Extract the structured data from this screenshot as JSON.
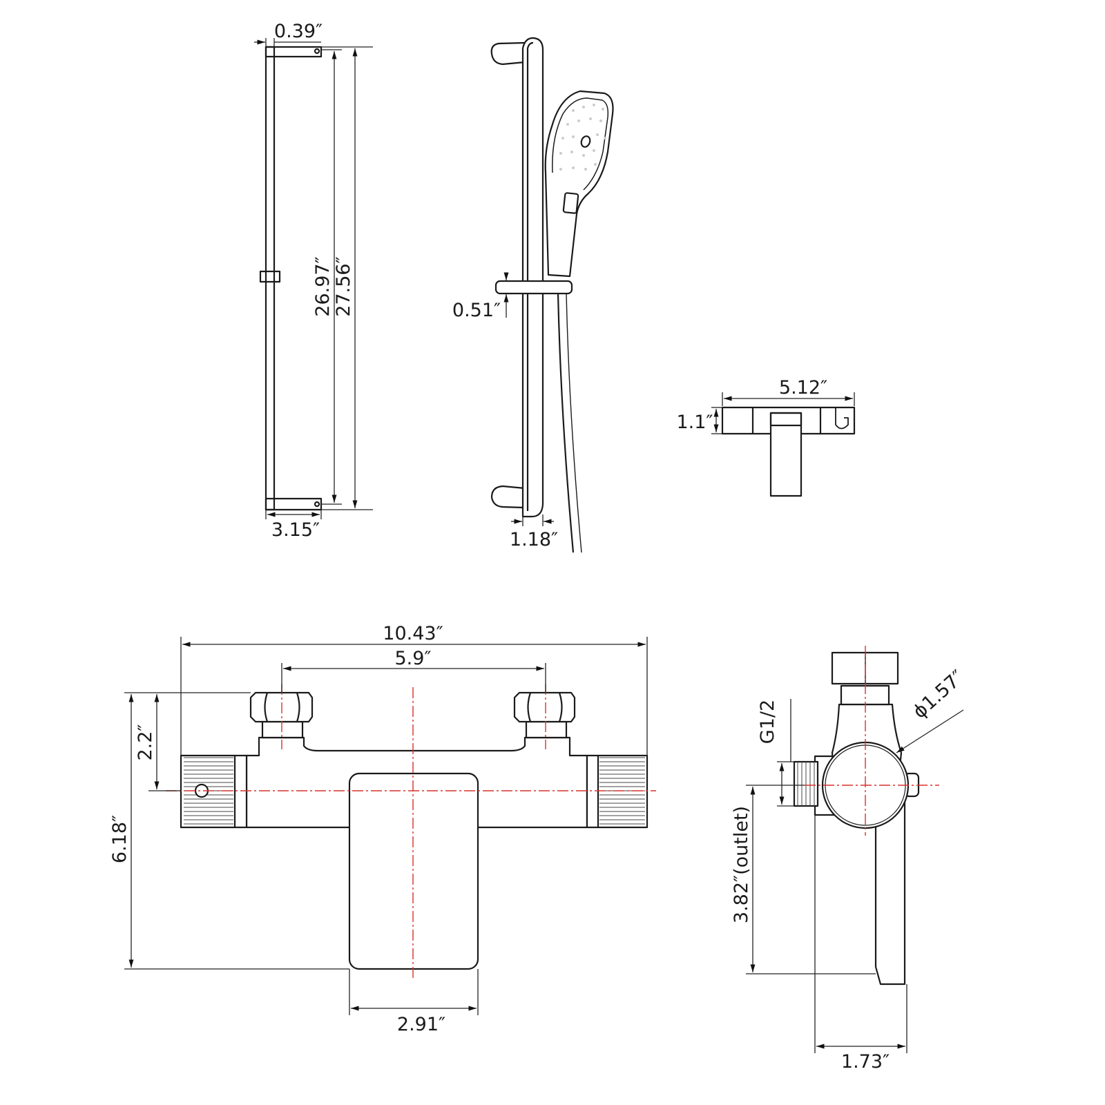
{
  "colors": {
    "line": "#1a1a1a",
    "centerline": "#d9302c"
  },
  "rail": {
    "bracket_depth": "0.39″",
    "inner_length": "26.97″",
    "total_length": "27.56″",
    "bracket_width": "3.15″"
  },
  "shower": {
    "slider_height": "0.51″",
    "rail_width": "1.18″"
  },
  "holder": {
    "width": "5.12″",
    "height": "1.1″"
  },
  "valve_front": {
    "total_width": "10.43″",
    "center_distance": "5.9″",
    "inlet_height": "2.2″",
    "total_height": "6.18″",
    "handle_width": "2.91″"
  },
  "valve_side": {
    "thread": "G1/2",
    "diameter": "ϕ1.57″",
    "outlet_height": "3.82″(outlet)",
    "depth": "1.73″"
  }
}
